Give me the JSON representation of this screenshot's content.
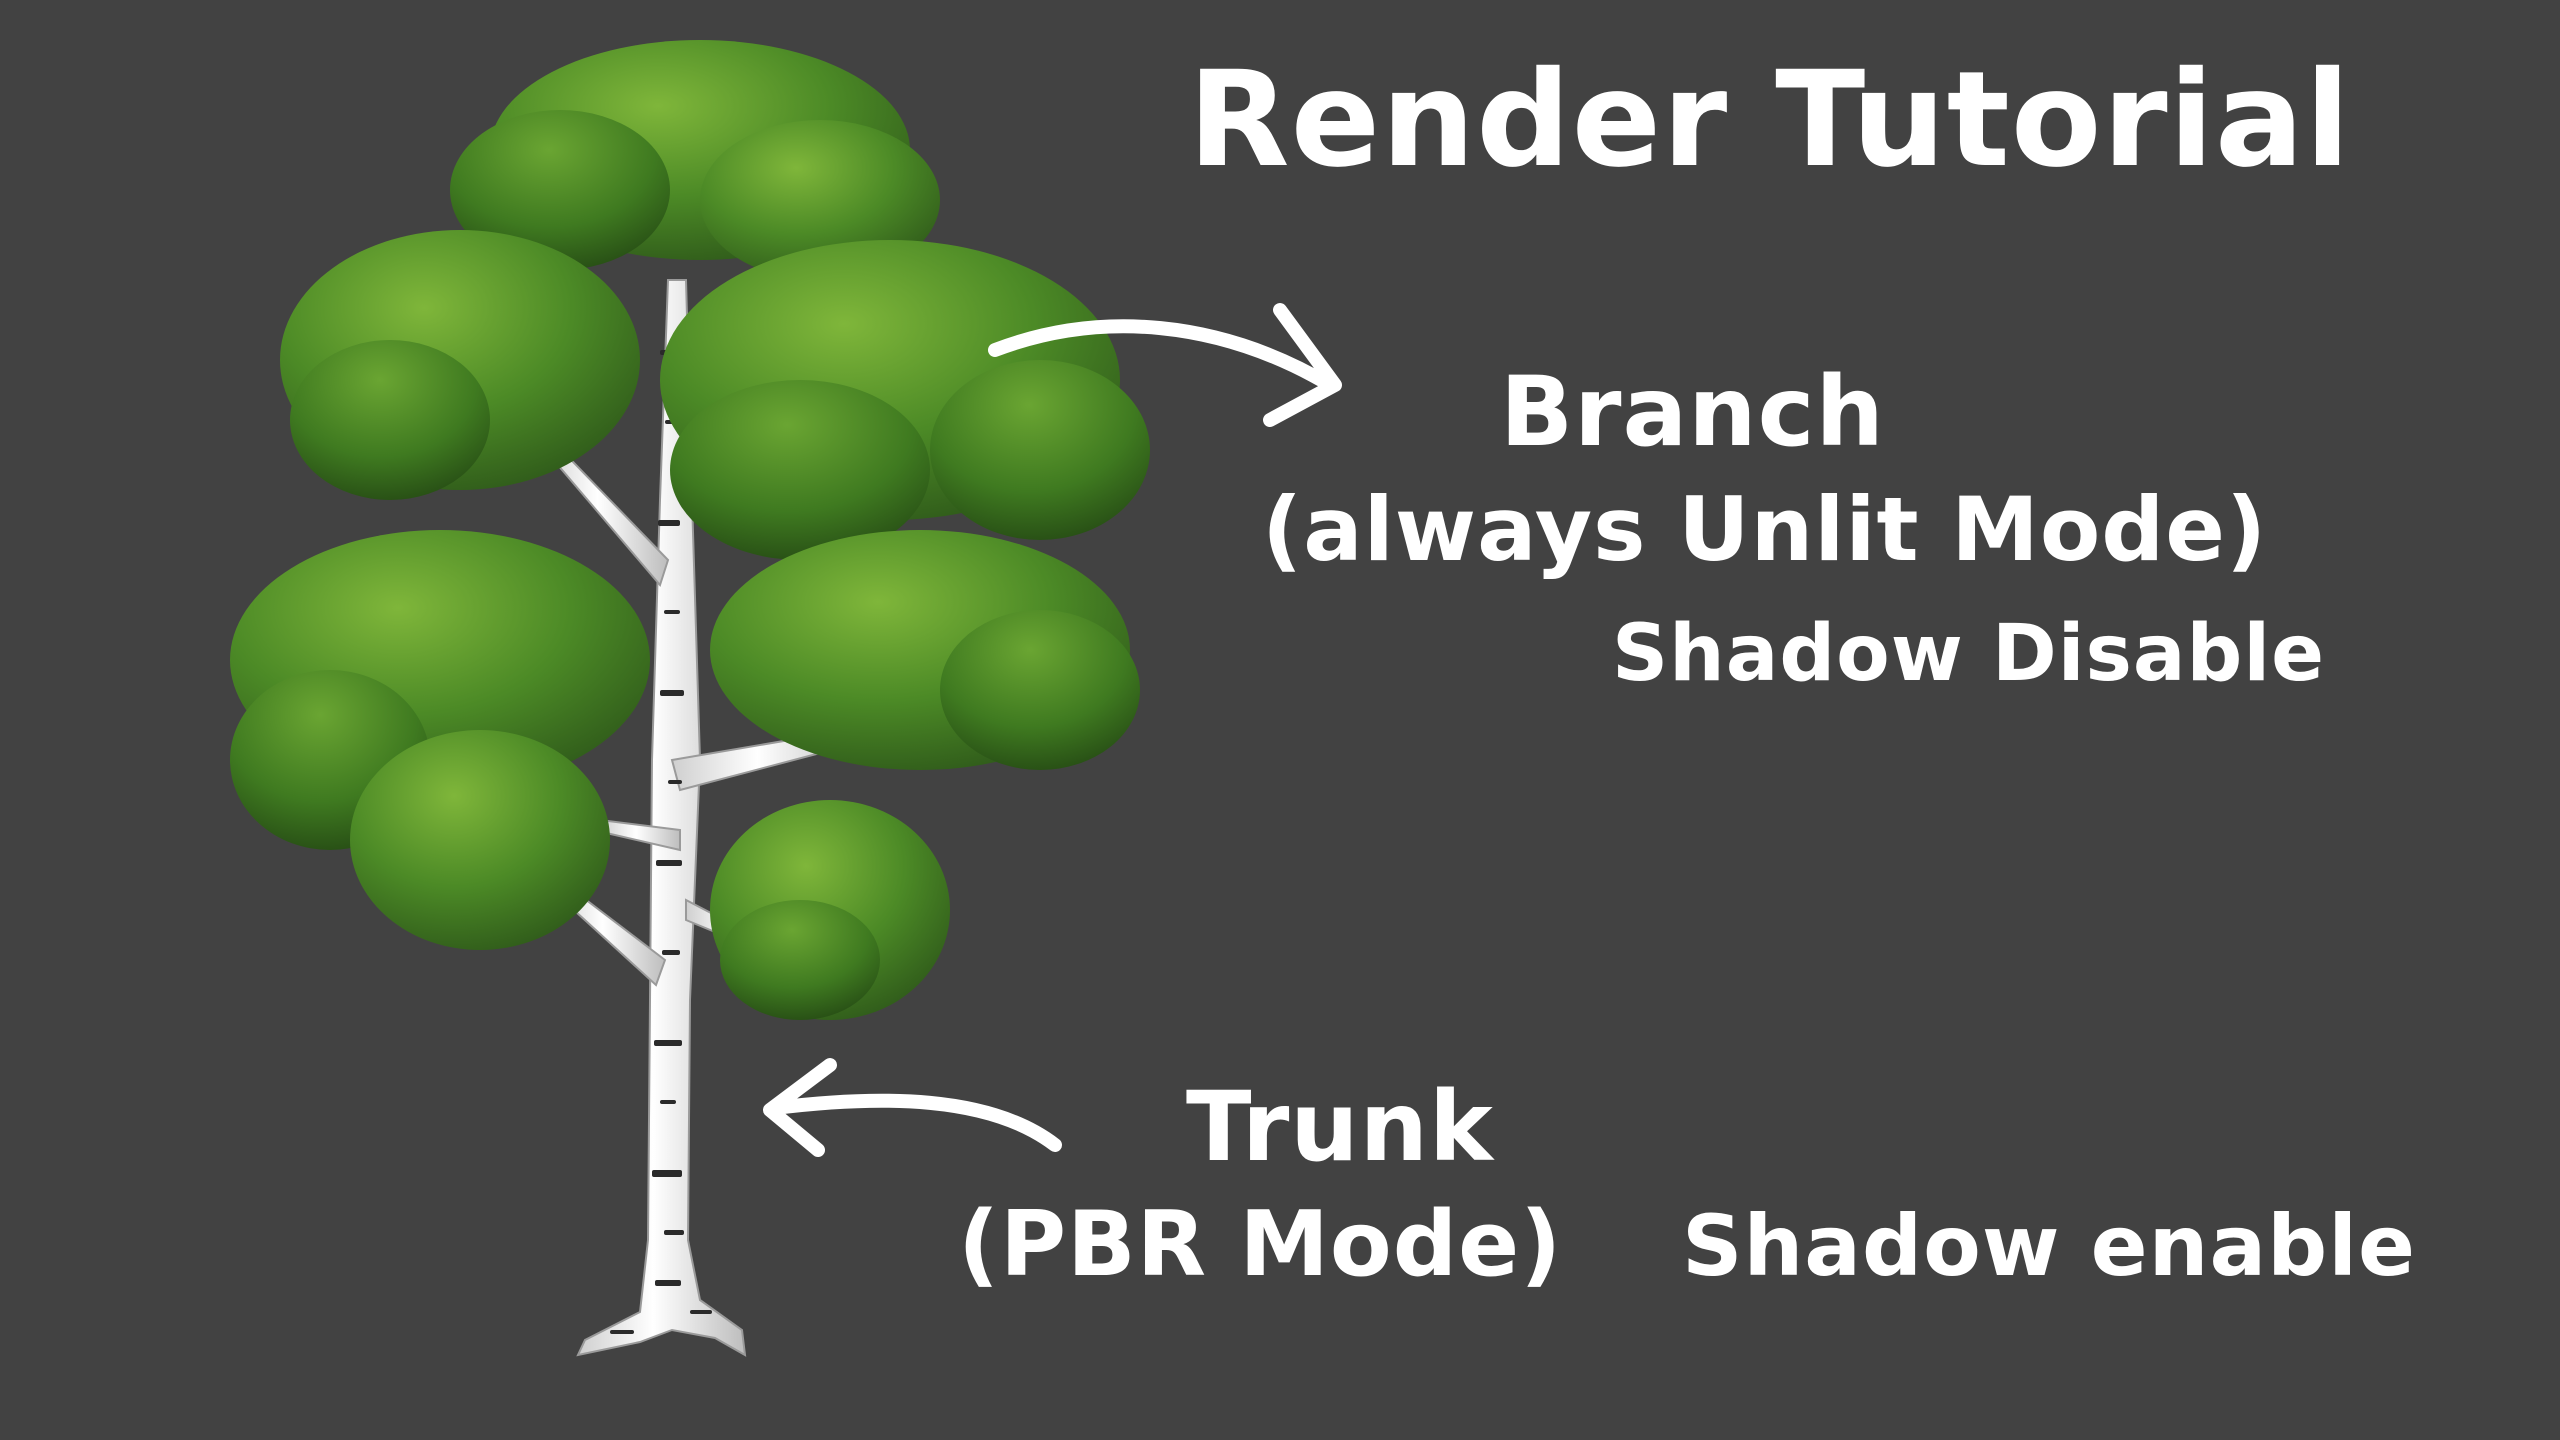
{
  "title": "Render Tutorial",
  "branch": {
    "heading": "Branch",
    "mode": "(always Unlit Mode)",
    "shadow": "Shadow Disable"
  },
  "trunk": {
    "heading": "Trunk",
    "mode": "(PBR Mode)",
    "shadow": "Shadow enable"
  },
  "colors": {
    "background": "#424242",
    "text": "#ffffff",
    "foliage_dark": "#2f5a1a",
    "foliage_mid": "#4c8a26",
    "foliage_light": "#7fb63a",
    "bark": "#f2f2f2",
    "bark_marks": "#2a2a2a"
  },
  "icons": {
    "branch_arrow": "arrow-right-icon",
    "trunk_arrow": "arrow-left-icon",
    "tree": "tree-illustration"
  }
}
